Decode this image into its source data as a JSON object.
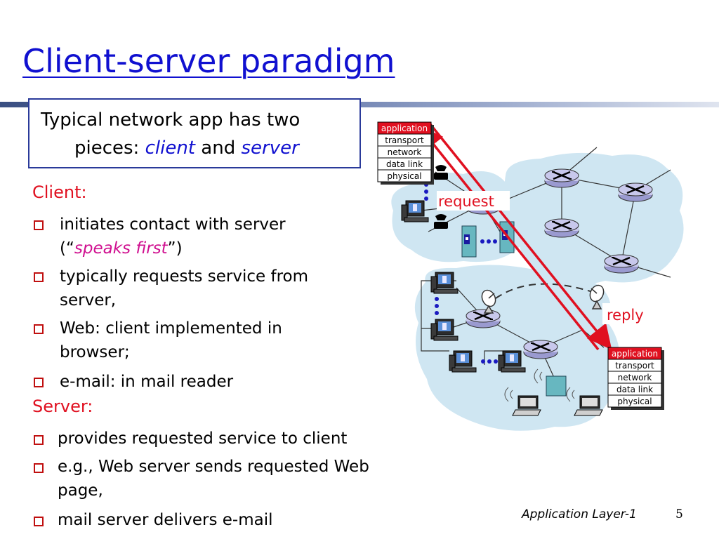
{
  "title": "Client-server paradigm",
  "callout": {
    "line1": "Typical network app has two",
    "line2_prefix": "pieces: ",
    "client": "client",
    "and": " and ",
    "server": "server"
  },
  "client": {
    "heading": "Client:",
    "items": [
      {
        "line1": "initiates contact with server",
        "line2_open": "(“",
        "line2_em": "speaks first",
        "line2_close": "”)"
      },
      {
        "line1": "typically requests service from",
        "line2": "server,"
      },
      {
        "line1": "Web: client implemented in",
        "line2": "browser;"
      },
      {
        "line1": "e-mail: in mail reader"
      }
    ]
  },
  "server": {
    "heading": "Server:",
    "items": [
      {
        "line1": "provides requested service to client"
      },
      {
        "line1": "e.g., Web server sends requested Web",
        "line2": "page,"
      },
      {
        "line1": "mail server delivers e-mail"
      }
    ]
  },
  "diagram": {
    "stack_layers": [
      "application",
      "transport",
      "network",
      "data link",
      "physical"
    ],
    "request_label": "request",
    "reply_label": "reply",
    "colors": {
      "arrow": "#e01020",
      "cloud": "#cfe6f2",
      "router": "#c8c8ec",
      "server": "#67b7c0"
    }
  },
  "footer": {
    "text": "Application Layer-1",
    "page": "5"
  }
}
